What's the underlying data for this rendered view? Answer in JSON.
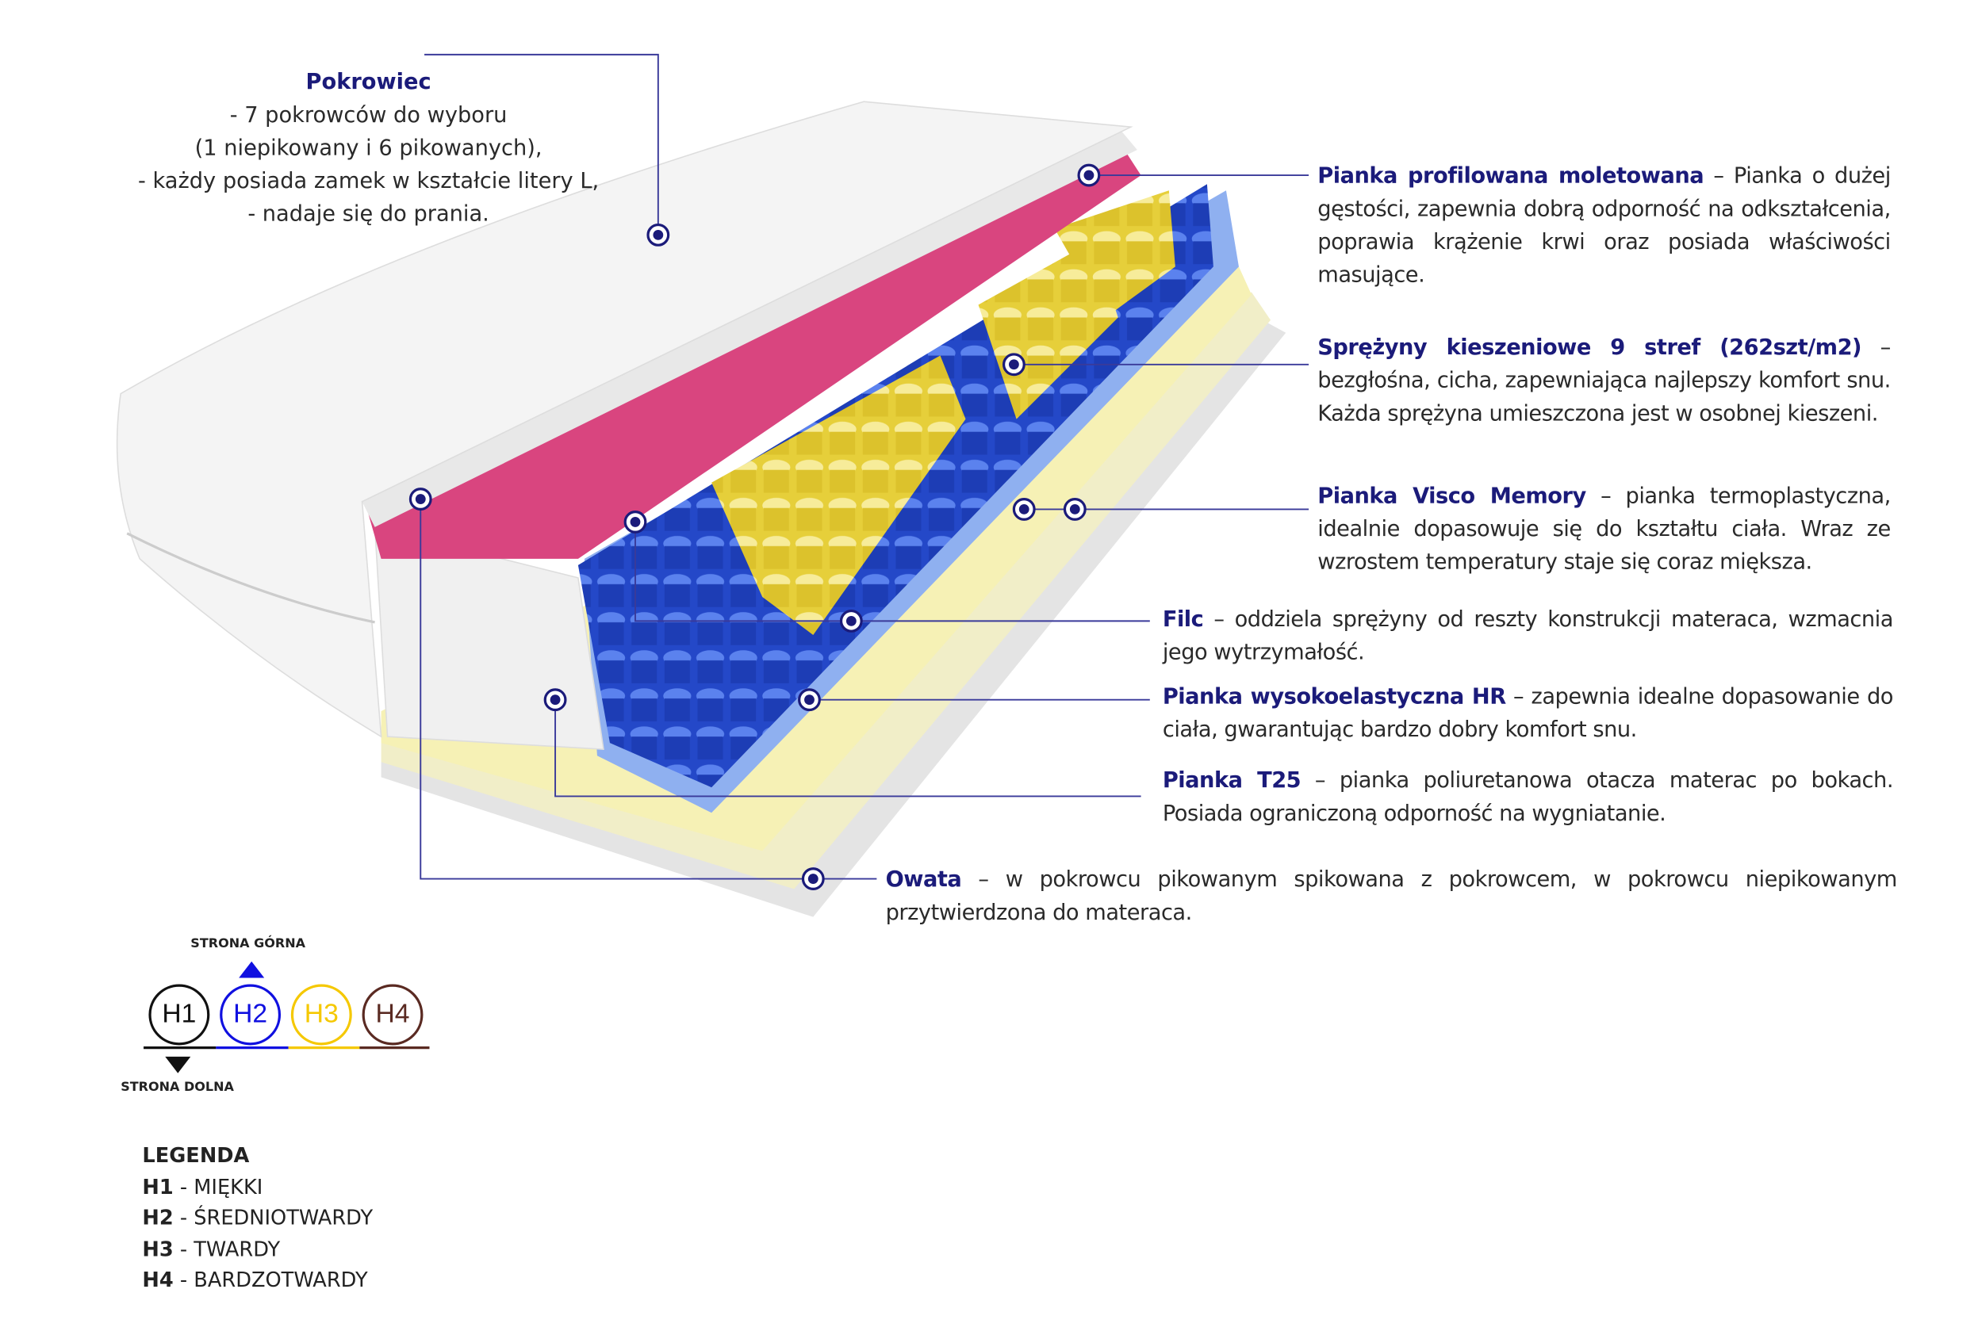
{
  "pokrowiec": {
    "title": "Pokrowiec",
    "lines": [
      "- 7 pokrowców do wyboru",
      "(1 niepikowany i 6 pikowanych),",
      "-  każdy posiada zamek w kształcie litery L,",
      "- nadaje się do prania."
    ]
  },
  "layers": [
    {
      "title": "Pianka profilowana moletowana",
      "text": " – Pianka o dużej gęstości, zapewnia dobrą odporność na odkształcenia, poprawia krążenie krwi oraz posiada właściwości masujące."
    },
    {
      "title": "Sprężyny kieszeniowe 9 stref (262szt/m2)",
      "text": " – bezgłośna, cicha, zapewniająca najlepszy komfort snu. Każda sprężyna umieszczona jest w osobnej kieszeni."
    },
    {
      "title": "Pianka Visco Memory",
      "text": " – pianka termoplastyczna, idealnie dopasowuje się do kształtu ciała. Wraz ze wzrostem temperatury staje się coraz miększa."
    },
    {
      "title": "Filc",
      "text": " – oddziela sprężyny od reszty konstrukcji materaca, wzmacnia jego wytrzymałość."
    },
    {
      "title": "Pianka wysokoelastyczna HR",
      "text": " – zapewnia idealne dopasowanie do ciała, gwarantując bardzo dobry komfort snu."
    },
    {
      "title": "Pianka T25",
      "text": " – pianka poliuretanowa otacza materac po bokach. Posiada ograniczoną odporność na wygniatanie."
    },
    {
      "title": "Owata",
      "text": " – w pokrowcu pikowanym spikowana z pokrowcem, w pokrowcu niepikowanym przytwierdzona do materaca."
    }
  ],
  "hardness": {
    "top_label": "STRONA GÓRNA",
    "bottom_label": "STRONA DOLNA",
    "circles": [
      {
        "label": "H1",
        "color": "#111111"
      },
      {
        "label": "H2",
        "color": "#1010e0"
      },
      {
        "label": "H3",
        "color": "#f5c800"
      },
      {
        "label": "H4",
        "color": "#5a2a22"
      }
    ]
  },
  "legend": {
    "title": "LEGENDA",
    "items": [
      {
        "code": "H1",
        "desc": "MIĘKKI"
      },
      {
        "code": "H2",
        "desc": "ŚREDNIOTWARDY"
      },
      {
        "code": "H3",
        "desc": "TWARDY"
      },
      {
        "code": "H4",
        "desc": "BARDZOTWARDY"
      }
    ]
  },
  "colors": {
    "accent": "#1b1b7a",
    "line": "#3a3a9a",
    "pink": "#d9457f",
    "spring_blue": "#1f4fd6",
    "spring_yellow": "#f2df4e"
  }
}
